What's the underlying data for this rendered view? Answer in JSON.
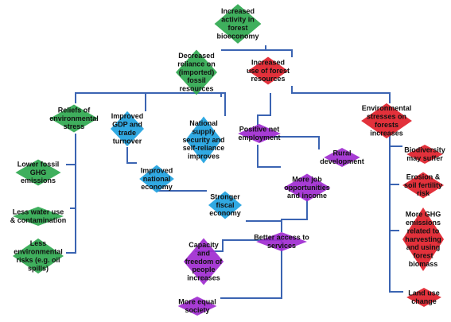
{
  "colors": {
    "line": "#3b64b2",
    "green": "#2fa84f",
    "blue": "#1fa2e0",
    "red": "#e0202a",
    "purple": "#a02bd0"
  },
  "nodes": [
    {
      "id": "n1",
      "text": "Increased activity in forest bioeconomy",
      "lines": [
        "Increased",
        "activity in",
        "forest",
        "bioeconomy"
      ],
      "fill": "green"
    },
    {
      "id": "n2",
      "text": "Decreased reliance on (imported) fossil resources",
      "lines": [
        "Decreased",
        "reliance on",
        "(imported)",
        "fossil",
        "resources"
      ],
      "fill": "green"
    },
    {
      "id": "n3",
      "text": "Increased use of forest resources",
      "lines": [
        "Increased",
        "use of forest",
        "resources"
      ],
      "fill": "red"
    },
    {
      "id": "n4",
      "text": "Reliefs of environmental stress",
      "lines": [
        "Reliefs of",
        "environmental",
        "stress"
      ],
      "fill": "green"
    },
    {
      "id": "n5",
      "text": "Improved GDP and trade turnover",
      "lines": [
        "Improved",
        "GDP and",
        "trade",
        "turnover"
      ],
      "fill": "blue"
    },
    {
      "id": "n6",
      "text": "National supply security and self-reliance improves",
      "lines": [
        "National",
        "supply",
        "security and",
        "self-reliance",
        "improves"
      ],
      "fill": "blue"
    },
    {
      "id": "n7",
      "text": "Positive net employment",
      "lines": [
        "Positive net",
        "employment"
      ],
      "fill": "purple"
    },
    {
      "id": "n8",
      "text": "Environmental stresses on forests increases",
      "lines": [
        "Environmental",
        "stresses on",
        "forests",
        "increases"
      ],
      "fill": "red"
    },
    {
      "id": "n9",
      "text": "Lower fossil GHG emissions",
      "lines": [
        "Lower fossil",
        "GHG",
        "emissions"
      ],
      "fill": "green"
    },
    {
      "id": "n10",
      "text": "Rural development",
      "lines": [
        "Rural",
        "development"
      ],
      "fill": "purple"
    },
    {
      "id": "n11",
      "text": "Biodiversity may suffer",
      "lines": [
        "Biodiversity",
        "may suffer"
      ],
      "fill": "red"
    },
    {
      "id": "n12",
      "text": "Improved national economy",
      "lines": [
        "Improved",
        "national",
        "economy"
      ],
      "fill": "blue"
    },
    {
      "id": "n13",
      "text": "Erosion & soil fertility risk",
      "lines": [
        "Erosion &",
        "soil fertility",
        "risk"
      ],
      "fill": "red"
    },
    {
      "id": "n14",
      "text": "More job opportunities and income",
      "lines": [
        "More job",
        "opportunities",
        "and income"
      ],
      "fill": "purple"
    },
    {
      "id": "n15",
      "text": "Less water use & contamination",
      "lines": [
        "Less water use",
        "& contamination"
      ],
      "fill": "green"
    },
    {
      "id": "n16",
      "text": "Stronger fiscal economy",
      "lines": [
        "Stronger",
        "fiscal",
        "economy"
      ],
      "fill": "blue"
    },
    {
      "id": "n17",
      "text": "More GHG emissions related to harvesting and using forest biomass",
      "lines": [
        "More GHG",
        "emissions",
        "related to",
        "harvesting",
        "and using",
        "forest",
        "biomass"
      ],
      "fill": "red"
    },
    {
      "id": "n18",
      "text": "Better access to services",
      "lines": [
        "Better access to",
        "services"
      ],
      "fill": "purple"
    },
    {
      "id": "n19",
      "text": "Less environmental risks (e.g. oil spills)",
      "lines": [
        "Less",
        "environmental",
        "risks (e.g. oil",
        "spills)"
      ],
      "fill": "green"
    },
    {
      "id": "n20",
      "text": "Capacity and freedom of people increases",
      "lines": [
        "Capacity",
        "and",
        "freedom of",
        "people",
        "increases"
      ],
      "fill": "purple"
    },
    {
      "id": "n21",
      "text": "Land use change",
      "lines": [
        "Land use",
        "change"
      ],
      "fill": "red"
    },
    {
      "id": "n22",
      "text": "More equal society",
      "lines": [
        "More equal",
        "society"
      ],
      "fill": "purple"
    }
  ]
}
